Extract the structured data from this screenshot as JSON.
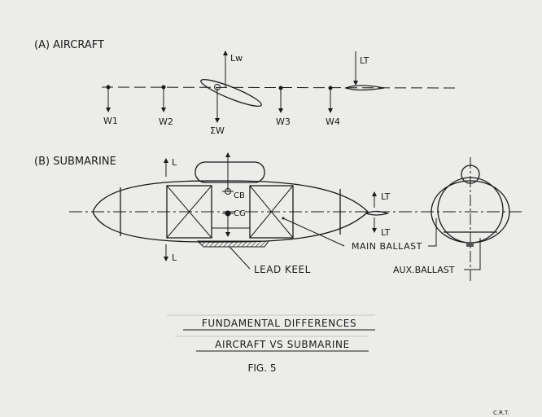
{
  "aircraft": {
    "title": "(A) AIRCRAFT",
    "labels": {
      "w1": "W1",
      "w2": "W2",
      "sum_w": "ΣW",
      "w3": "W3",
      "w4": "W4",
      "lw": "Lw",
      "lt": "LT"
    }
  },
  "submarine": {
    "title": "(B) SUBMARINE",
    "labels": {
      "l_up": "L",
      "l_down": "L",
      "cb": "CB",
      "cg": "CG",
      "lt_up": "LT",
      "lt_down": "LT",
      "main_ballast": "MAIN BALLAST",
      "lead_keel": "LEAD KEEL",
      "aux_ballast": "AUX.BALLAST"
    }
  },
  "caption": {
    "line1": "FUNDAMENTAL DIFFERENCES",
    "line2": "AIRCRAFT VS SUBMARINE",
    "fig": "FIG. 5"
  },
  "initials": "C.R.T."
}
